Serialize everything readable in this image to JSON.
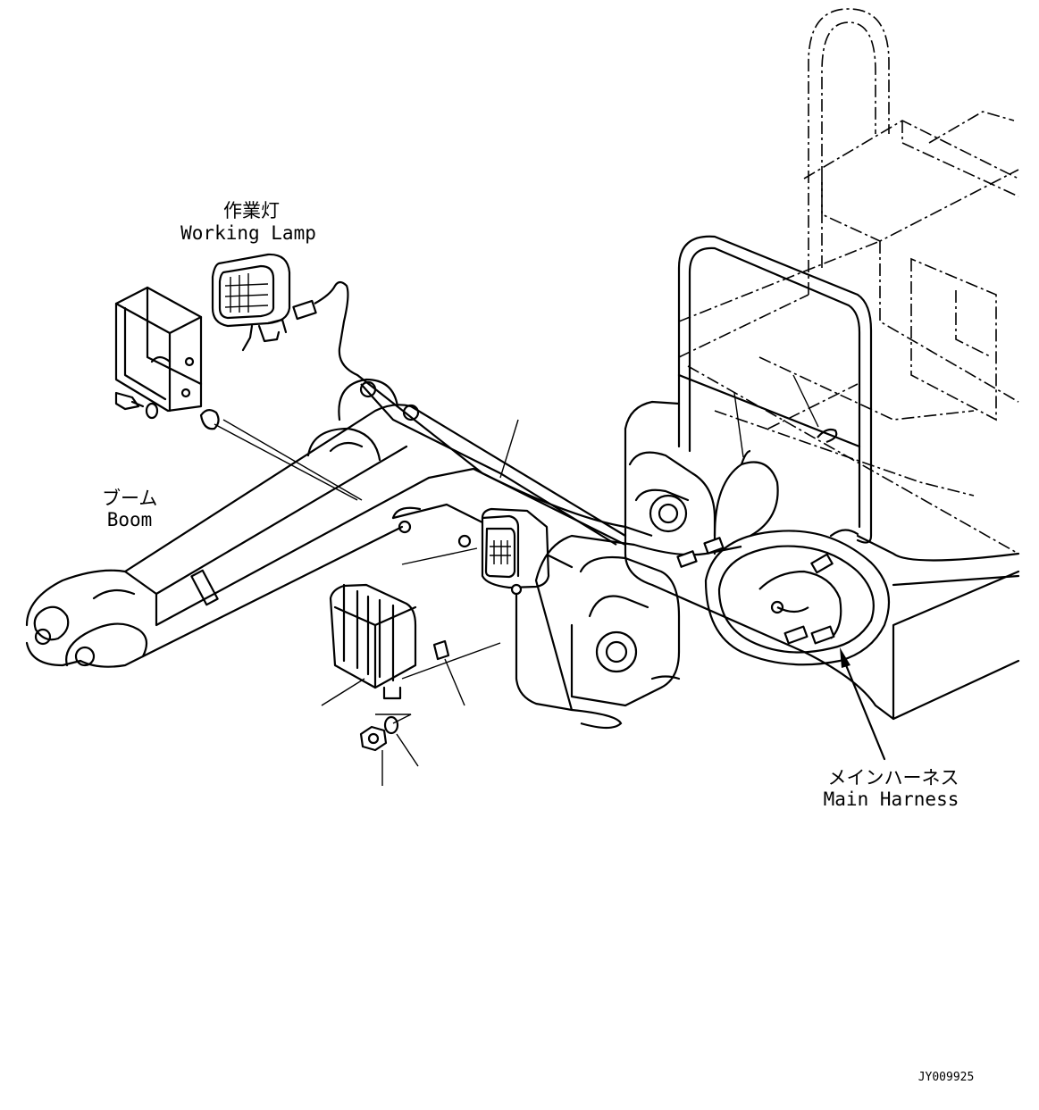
{
  "labels": {
    "working_lamp_jp": "作業灯",
    "working_lamp_en": "Working Lamp",
    "boom_jp": "ブーム",
    "boom_en": "Boom",
    "main_harness_jp": "メインハーネス",
    "main_harness_en": "Main Harness",
    "drawing_code": "JY009925"
  }
}
